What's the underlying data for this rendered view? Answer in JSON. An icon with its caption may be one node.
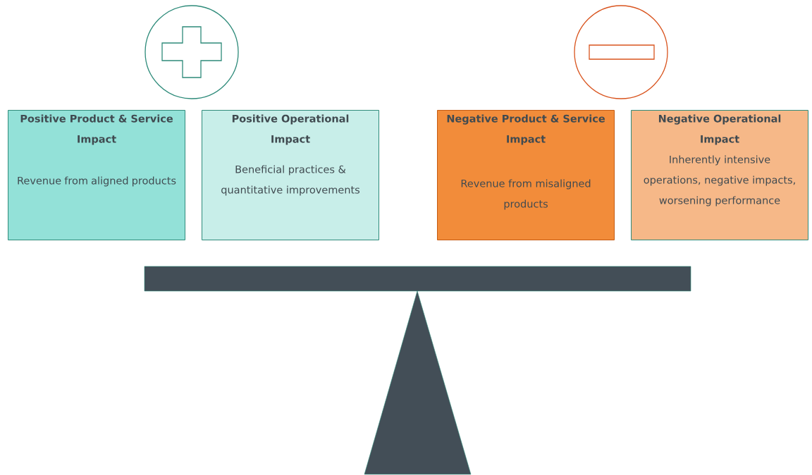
{
  "diagram": {
    "nodes": [
      {
        "text": [
          "Positive Product & Service Impact",
          "Revenue from aligned products"
        ]
      },
      {
        "text": [
          "Positive Operational Impact",
          "Beneficial practices & quantitative improvements"
        ]
      },
      {
        "text": [
          "Negative Product & Service Impact",
          "Revenue from misaligned products"
        ]
      },
      {
        "text": [
          "Negative Operational Impact",
          "Inherently intensive operations, negative impacts, worsening performance"
        ]
      }
    ]
  }
}
